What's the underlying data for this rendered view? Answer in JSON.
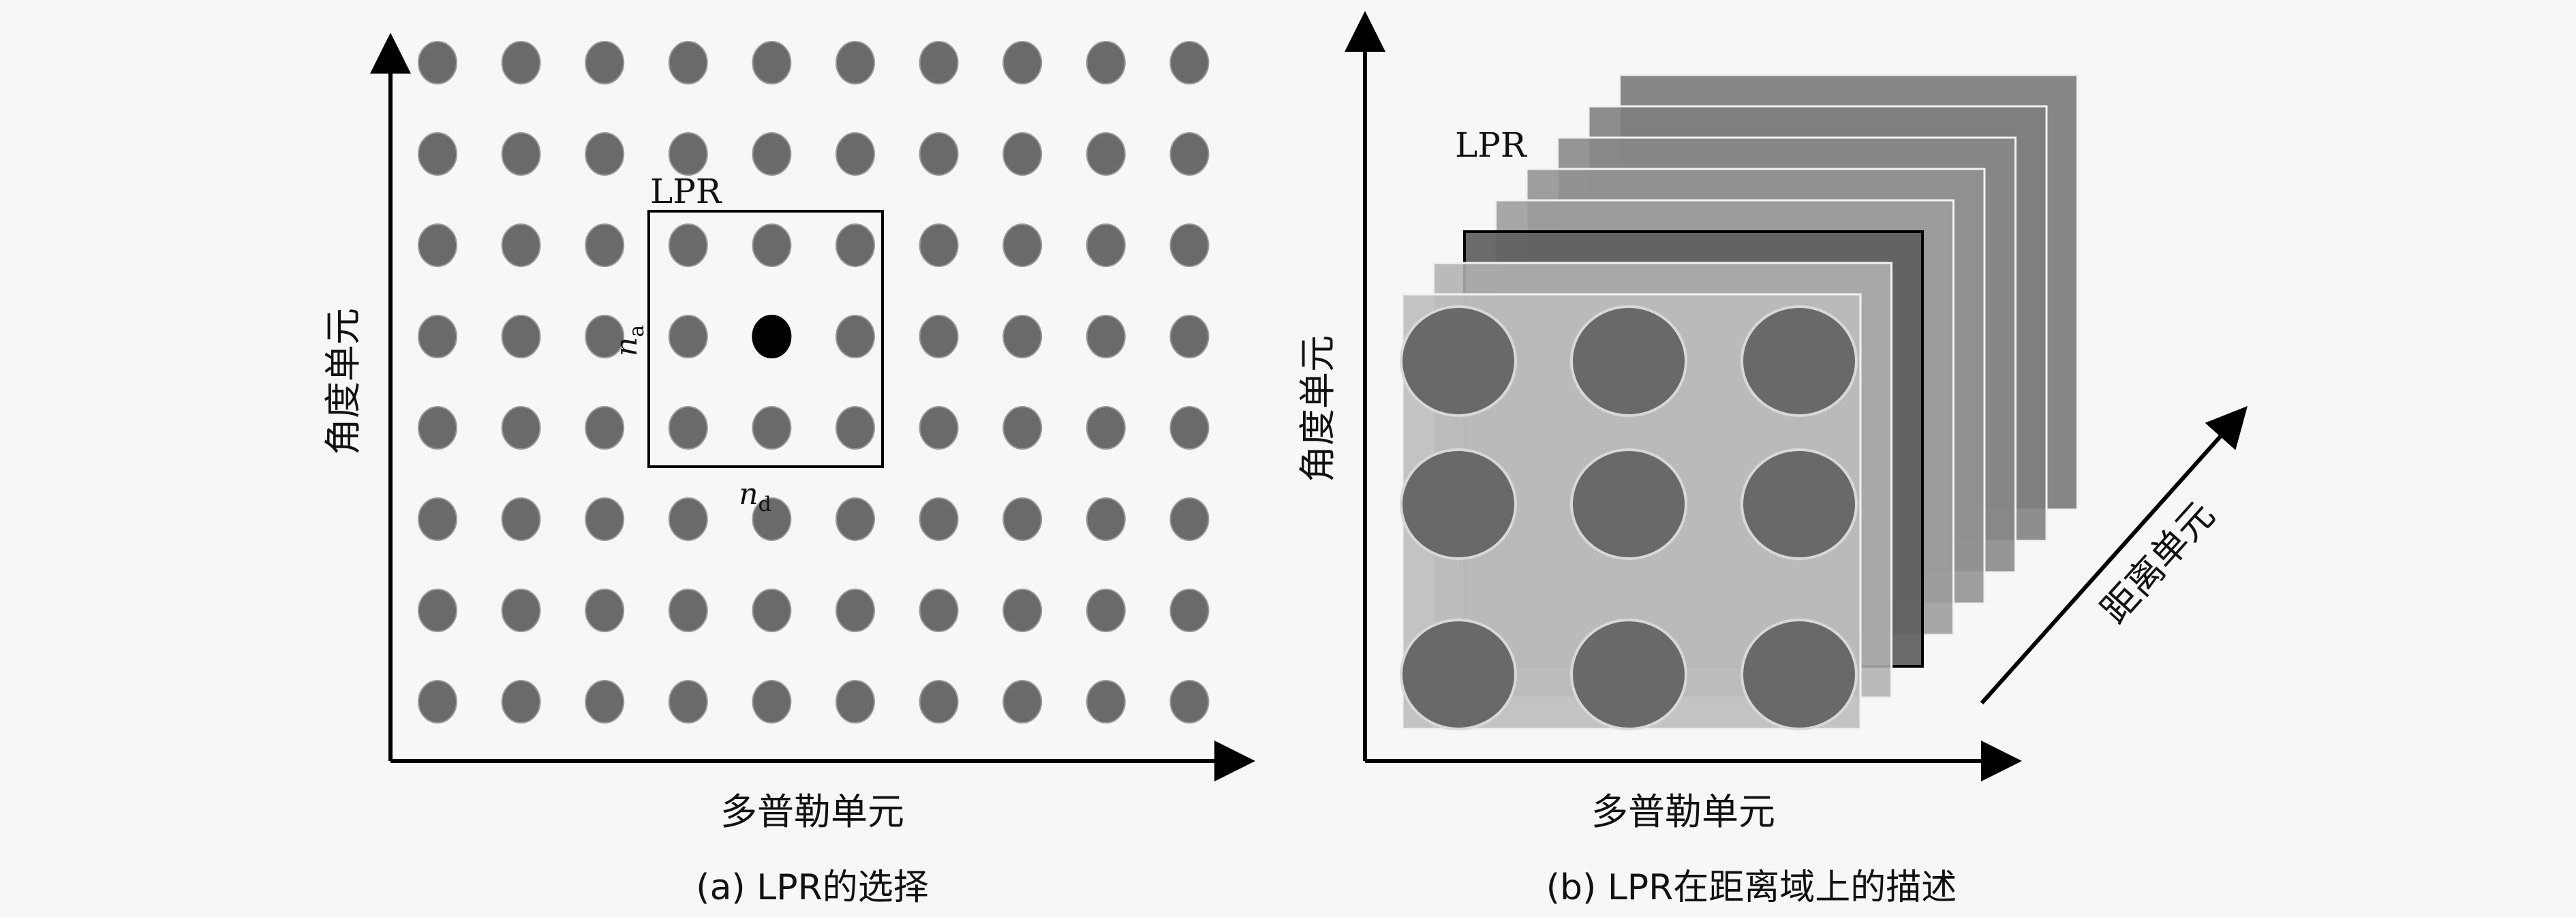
{
  "panel_a": {
    "y_axis_label": "角度单元",
    "x_axis_label": "多普勒单元",
    "lpr_label": "LPR",
    "na_main": "n",
    "na_sub": "a",
    "nd_main": "n",
    "nd_sub": "d",
    "caption": "(a) LPR的选择",
    "grid_rows": 8,
    "grid_cols": 10,
    "dot_color": "#6a6a6a",
    "center_dot_color": "#000000"
  },
  "panel_b": {
    "y_axis_label": "角度单元",
    "x_axis_label": "多普勒单元",
    "depth_axis_label": "距离单元",
    "lpr_label": "LPR",
    "caption": "(b) LPR在距离域上的描述"
  },
  "colors": {
    "axis": "#000000",
    "background": "#f7f7f7"
  }
}
